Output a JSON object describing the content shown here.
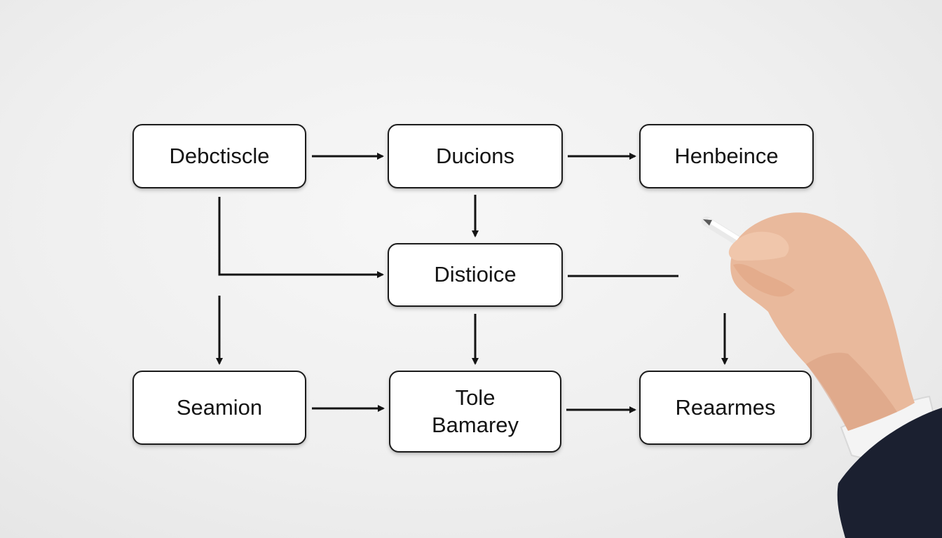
{
  "diagram": {
    "nodes": [
      {
        "id": "n1",
        "lines": [
          "Debctiscle"
        ]
      },
      {
        "id": "n2",
        "lines": [
          "Ducions"
        ]
      },
      {
        "id": "n3",
        "lines": [
          "Henbeince"
        ]
      },
      {
        "id": "n4",
        "lines": [
          "Distioice"
        ]
      },
      {
        "id": "n5",
        "lines": [
          "Seamion"
        ]
      },
      {
        "id": "n6",
        "lines": [
          "Tole",
          "Bamarey"
        ]
      },
      {
        "id": "n7",
        "lines": [
          "Reaarmes"
        ]
      }
    ],
    "edges": [
      {
        "from": "n1",
        "to": "n2"
      },
      {
        "from": "n2",
        "to": "n3"
      },
      {
        "from": "n2",
        "to": "n4"
      },
      {
        "from": "n1",
        "to": "n4"
      },
      {
        "from": "n1",
        "to": "n5"
      },
      {
        "from": "n4",
        "to": "n6"
      },
      {
        "from": "n5",
        "to": "n6"
      },
      {
        "from": "n6",
        "to": "n7"
      },
      {
        "from": "n4",
        "to": "n7"
      }
    ],
    "colors": {
      "stroke": "#1c1c1c",
      "box_fill": "#ffffff",
      "text": "#141414"
    }
  }
}
